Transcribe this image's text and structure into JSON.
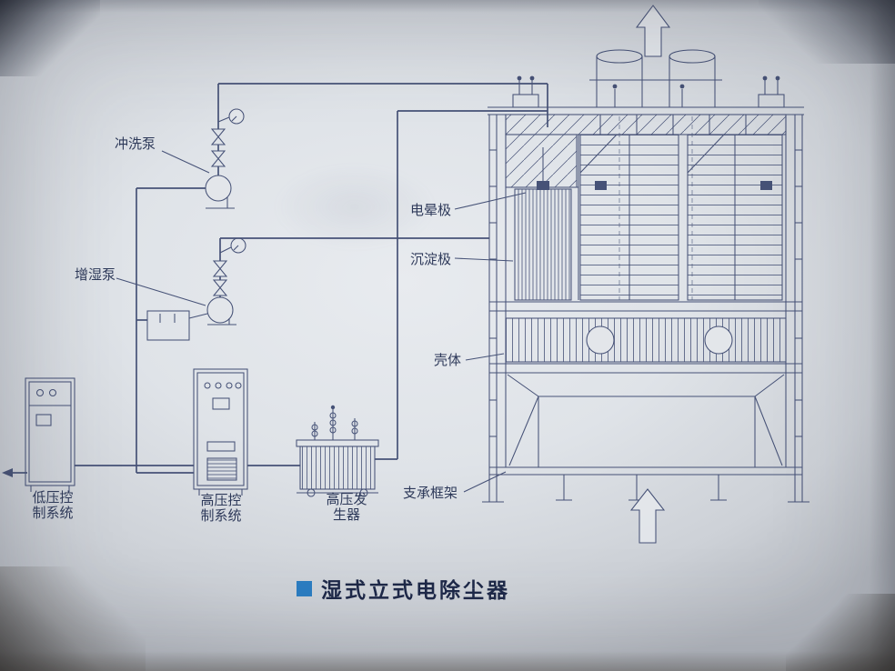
{
  "photo": {
    "paper_color": "#dfe3e8",
    "ink_color": "#3d4970",
    "caption_bullet_color": "#2b7dc2"
  },
  "title": {
    "text": "湿式立式电除尘器"
  },
  "labels": {
    "flush_pump": "冲洗泵",
    "humidifier_pump": "增湿泵",
    "corona_electrode": "电晕极",
    "collecting_electrode": "沉淀极",
    "shell": "壳体",
    "support_frame": "支承框架",
    "lv_control": [
      "低压控",
      "制系统"
    ],
    "hv_control": [
      "高压控",
      "制系统"
    ],
    "hv_generator": [
      "高压发",
      "生器"
    ]
  }
}
